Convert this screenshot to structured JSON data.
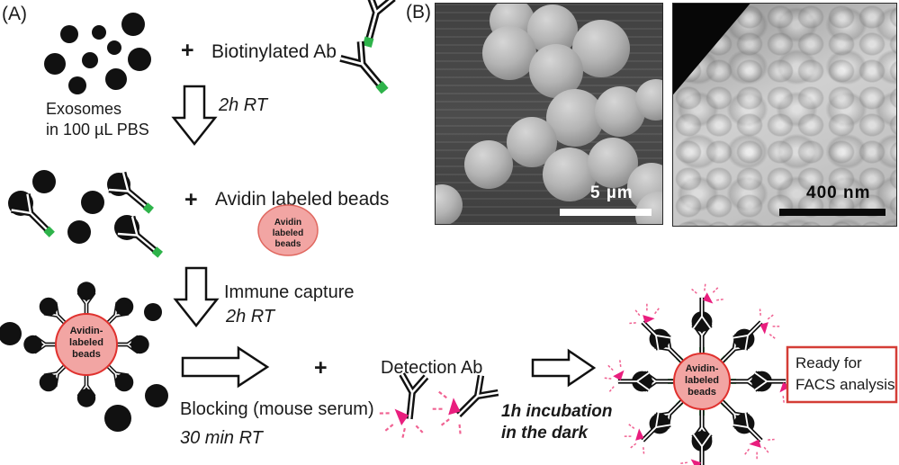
{
  "figure": {
    "panel_a_label": "(A)",
    "panel_b_label": "(B)"
  },
  "panel_a": {
    "exosomes_caption": {
      "line1": "Exosomes",
      "line2": "in 100 µL PBS"
    },
    "plus": "+",
    "step1": {
      "reagent": "Biotinylated Ab",
      "condition": "2h RT"
    },
    "step2": {
      "reagent": "Avidin labeled beads",
      "bead_lines": [
        "Avidin",
        "labeled",
        "beads"
      ],
      "action": "Immune capture",
      "condition": "2h RT"
    },
    "step3": {
      "action": "Blocking (mouse serum)",
      "condition": "30 min RT"
    },
    "step4": {
      "reagent": "Detection Ab",
      "condition_line1": "1h incubation",
      "condition_line2": "in the dark"
    },
    "bead_complex_lines": [
      "Avidin-",
      "labeled",
      "beads"
    ],
    "result": {
      "line1": "Ready for",
      "line2": "FACS analysis"
    }
  },
  "panel_b": {
    "left_image": {
      "scale_bar": "5 µm"
    },
    "right_image": {
      "scale_bar": "400 nm"
    }
  },
  "colors": {
    "bead_pink": "#f2a5a3",
    "bead_border": "#e0312e",
    "biotin_green": "#2eb34a",
    "fluorophore_pink": "#e91e7e",
    "result_box_border": "#d43d36",
    "exosome_black": "#111111"
  },
  "icons": {
    "antibody": "double-line Y shape",
    "biotin": "green square",
    "fluorophore": "pink burst triangle",
    "reaction_arrow": "outlined block arrow"
  }
}
